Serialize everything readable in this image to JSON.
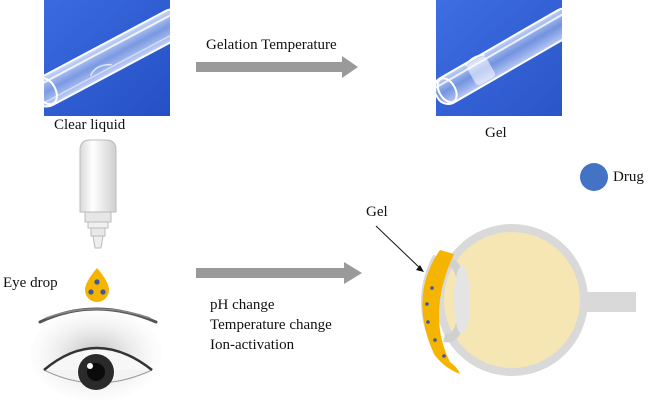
{
  "top": {
    "left_caption": "Clear liquid",
    "arrow_label": "Gelation Temperature",
    "right_caption": "Gel"
  },
  "bottom": {
    "eye_drop_label": "Eye drop",
    "conditions": [
      "pH  change",
      "Temperature change",
      "Ion-activation"
    ],
    "gel_label": "Gel",
    "legend_label": "Drug"
  },
  "colors": {
    "photo_background": "#2f5fd6",
    "arrow": "#9a9a9a",
    "gel": "#f5b400",
    "eyeball": "#f6e6b4",
    "eyeball_rim": "#d9d9d9",
    "drug_dot": "#4472c4"
  }
}
